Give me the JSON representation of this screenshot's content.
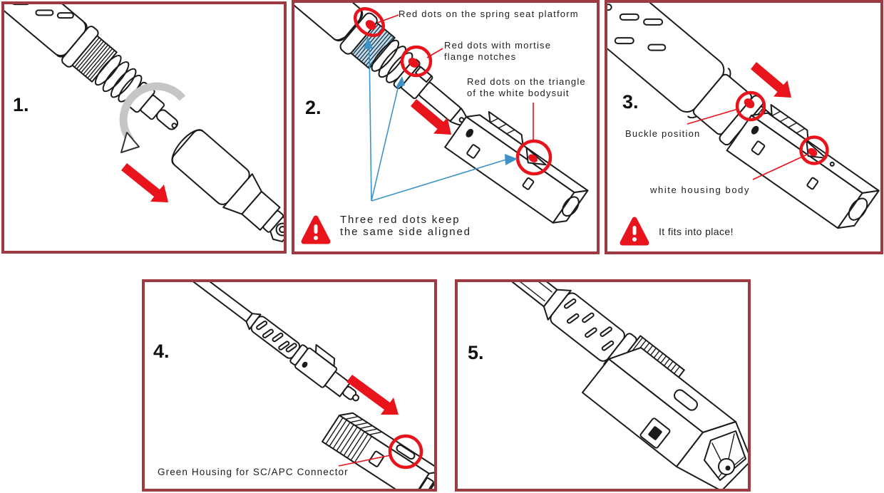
{
  "panels": {
    "step1": {
      "number": "1."
    },
    "step2": {
      "number": "2.",
      "callout_spring": "Red dots on the spring seat platform",
      "callout_mortise_line1": "Red dots with mortise",
      "callout_mortise_line2": "flange notches",
      "callout_triangle_line1": "Red dots on the triangle",
      "callout_triangle_line2": "of the white bodysuit",
      "warning_line1": "Three red dots keep",
      "warning_line2": "the same side aligned"
    },
    "step3": {
      "number": "3.",
      "callout_buckle": "Buckle position",
      "callout_housing": "white housing body",
      "warning": "It fits into place!"
    },
    "step4": {
      "number": "4.",
      "callout_green": "Green Housing for SC/APC Connector"
    },
    "step5": {
      "number": "5."
    }
  },
  "icons": {
    "warning_triangle": "exclamation-warning-icon",
    "red_arrow": "direction-arrow-icon",
    "rotate_arrow": "rotate-arrow-icon",
    "red_dot_marker": "red-dot-icon",
    "red_circle_marker": "red-circle-highlight-icon"
  },
  "colors": {
    "panel_border": "#9E3A42",
    "accent_red": "#E8131B",
    "accent_blue": "#3D92C8",
    "ink": "#1A1A1A",
    "rotate_gray": "#C6C6C6"
  }
}
